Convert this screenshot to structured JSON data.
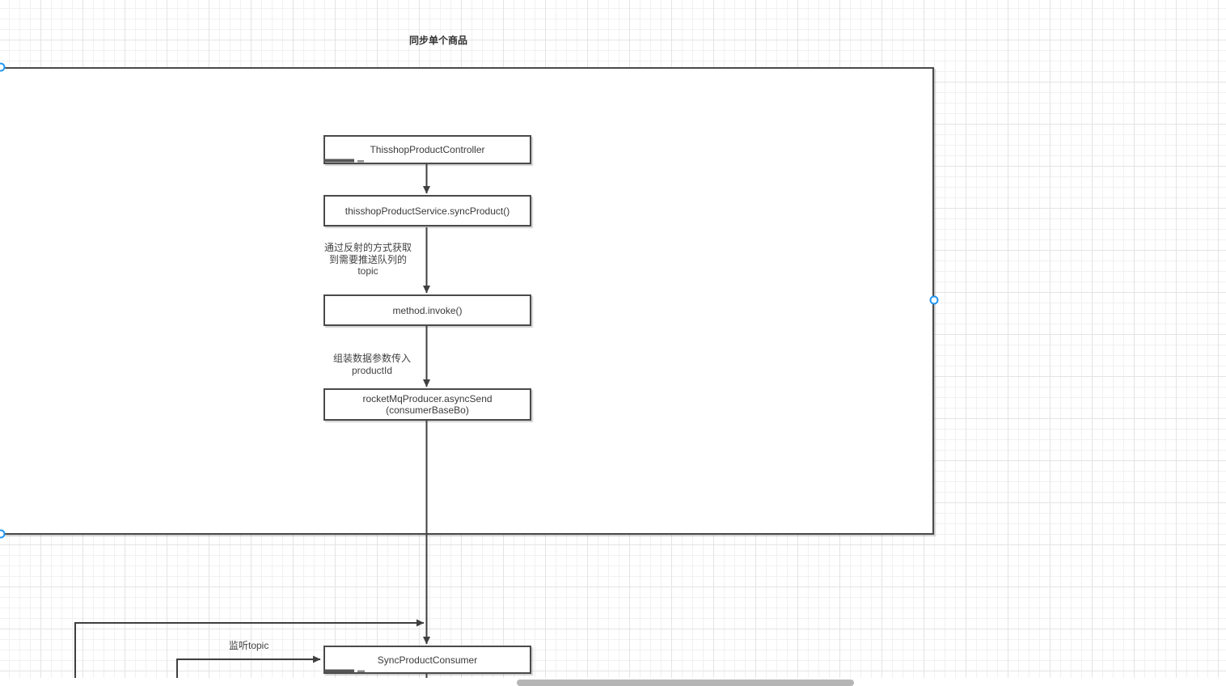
{
  "diagram": {
    "title": "同步单个商品",
    "nodes": {
      "controller": {
        "label": "ThisshopProductController"
      },
      "service": {
        "label": "thisshopProductService.syncProduct()"
      },
      "invoke": {
        "label": "method.invoke()"
      },
      "producer": {
        "label": "rocketMqProducer.asyncSend\n(consumerBaseBo)"
      },
      "consumer": {
        "label": "SyncProductConsumer"
      }
    },
    "edge_labels": {
      "reflection": "通过反射的方式获取\n到需要推送队列的\ntopic",
      "assemble": "组装数据参数传入\nproductId",
      "listen": "监听topic"
    },
    "colors": {
      "shape_stroke": "#4a4a4a",
      "connector_stroke": "#3f3f3f",
      "selection_handle": "#2196f3",
      "grid_minor": "#f1f1f1",
      "grid_major": "#e4e4e4",
      "scrollbar_thumb": "#b5b5b5"
    }
  }
}
